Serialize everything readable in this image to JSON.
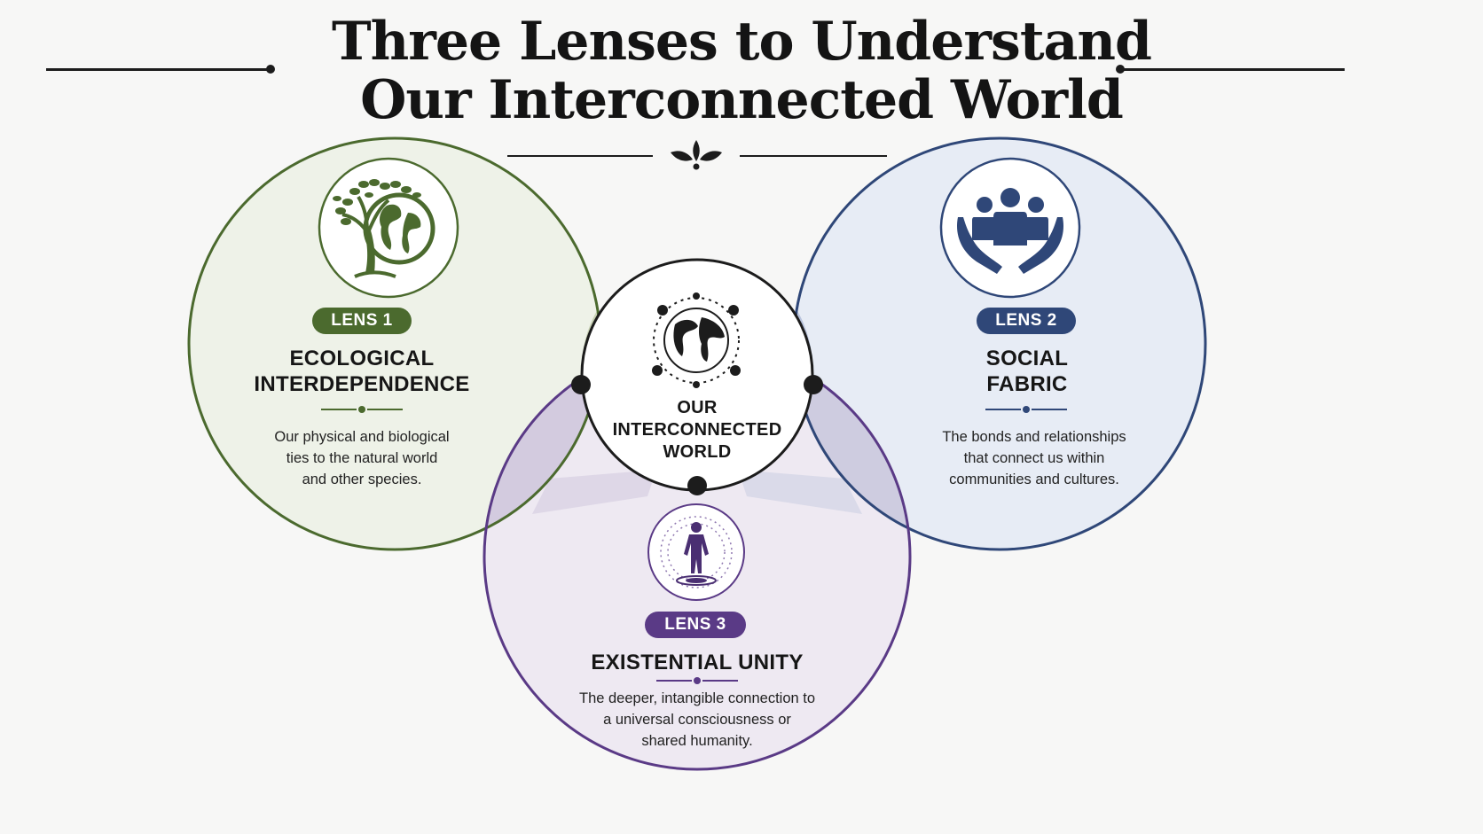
{
  "title": {
    "line1": "Three Lenses to Understand",
    "line2": "Our Interconnected World"
  },
  "center": {
    "label_lines": [
      "OUR",
      "INTERCONNECTED",
      "WORLD"
    ],
    "icon": "connected-globe-icon"
  },
  "lenses": [
    {
      "badge": "LENS 1",
      "title_lines": [
        "ECOLOGICAL",
        "INTERDEPENDENCE"
      ],
      "description_lines": [
        "Our physical and biological",
        "ties to the natural world",
        "and other species."
      ],
      "icon": "tree-globe-icon",
      "color": "#4b6a2e"
    },
    {
      "badge": "LENS 2",
      "title_lines": [
        "SOCIAL",
        "FABRIC"
      ],
      "description_lines": [
        "The bonds and relationships",
        "that connect us within",
        "communities and cultures."
      ],
      "icon": "people-in-hands-icon",
      "color": "#2f4778"
    },
    {
      "badge": "LENS 3",
      "title_lines": [
        "EXISTENTIAL UNITY"
      ],
      "description_lines": [
        "The deeper, intangible connection to",
        "a universal consciousness or",
        "shared humanity."
      ],
      "icon": "radiant-human-icon",
      "color": "#5a3a86"
    }
  ],
  "colors": {
    "ecological_fill": "#eef2e8",
    "social_fill": "#e7ecf5",
    "existential_fill": "#ece7f2",
    "ink": "#1c1c1c"
  }
}
